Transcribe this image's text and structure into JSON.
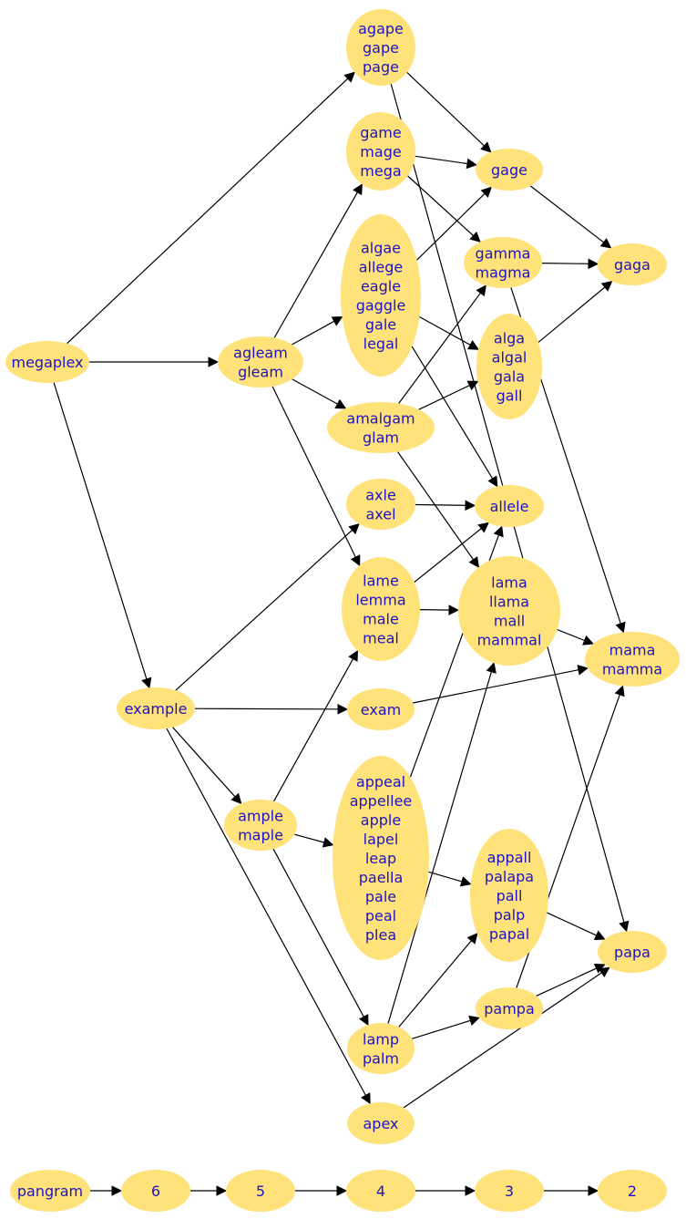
{
  "colors": {
    "node_fill": "#ffe27a",
    "node_text": "#1f14c4",
    "edge": "#000000",
    "background": "#ffffff"
  },
  "nodes": [
    {
      "id": "megaplex",
      "lines": [
        "megaplex"
      ]
    },
    {
      "id": "agape",
      "lines": [
        "agape",
        "gape",
        "page"
      ]
    },
    {
      "id": "game",
      "lines": [
        "game",
        "mage",
        "mega"
      ]
    },
    {
      "id": "gage",
      "lines": [
        "gage"
      ]
    },
    {
      "id": "algae",
      "lines": [
        "algae",
        "allege",
        "eagle",
        "gaggle",
        "gale",
        "legal"
      ]
    },
    {
      "id": "gamma",
      "lines": [
        "gamma",
        "magma"
      ]
    },
    {
      "id": "gaga",
      "lines": [
        "gaga"
      ]
    },
    {
      "id": "agleam",
      "lines": [
        "agleam",
        "gleam"
      ]
    },
    {
      "id": "alga",
      "lines": [
        "alga",
        "algal",
        "gala",
        "gall"
      ]
    },
    {
      "id": "amalgam",
      "lines": [
        "amalgam",
        "glam"
      ]
    },
    {
      "id": "axle",
      "lines": [
        "axle",
        "axel"
      ]
    },
    {
      "id": "allele",
      "lines": [
        "allele"
      ]
    },
    {
      "id": "lame",
      "lines": [
        "lame",
        "lemma",
        "male",
        "meal"
      ]
    },
    {
      "id": "lama",
      "lines": [
        "lama",
        "llama",
        "mall",
        "mammal"
      ]
    },
    {
      "id": "mama",
      "lines": [
        "mama",
        "mamma"
      ]
    },
    {
      "id": "example",
      "lines": [
        "example"
      ]
    },
    {
      "id": "exam",
      "lines": [
        "exam"
      ]
    },
    {
      "id": "ample",
      "lines": [
        "ample",
        "maple"
      ]
    },
    {
      "id": "appeal",
      "lines": [
        "appeal",
        "appellee",
        "apple",
        "lapel",
        "leap",
        "paella",
        "pale",
        "peal",
        "plea"
      ]
    },
    {
      "id": "appall",
      "lines": [
        "appall",
        "palapa",
        "pall",
        "palp",
        "papal"
      ]
    },
    {
      "id": "papa",
      "lines": [
        "papa"
      ]
    },
    {
      "id": "pampa",
      "lines": [
        "pampa"
      ]
    },
    {
      "id": "lamp",
      "lines": [
        "lamp",
        "palm"
      ]
    },
    {
      "id": "apex",
      "lines": [
        "apex"
      ]
    },
    {
      "id": "pangram",
      "lines": [
        "pangram"
      ]
    },
    {
      "id": "n6",
      "lines": [
        "6"
      ]
    },
    {
      "id": "n5",
      "lines": [
        "5"
      ]
    },
    {
      "id": "n4",
      "lines": [
        "4"
      ]
    },
    {
      "id": "n3",
      "lines": [
        "3"
      ]
    },
    {
      "id": "n2",
      "lines": [
        "2"
      ]
    }
  ],
  "edges": [
    {
      "from": "megaplex",
      "to": "agape"
    },
    {
      "from": "megaplex",
      "to": "agleam"
    },
    {
      "from": "megaplex",
      "to": "example"
    },
    {
      "from": "agape",
      "to": "gage"
    },
    {
      "from": "agape",
      "to": "papa"
    },
    {
      "from": "game",
      "to": "gage"
    },
    {
      "from": "game",
      "to": "gamma"
    },
    {
      "from": "gage",
      "to": "gaga"
    },
    {
      "from": "algae",
      "to": "gage"
    },
    {
      "from": "algae",
      "to": "alga"
    },
    {
      "from": "algae",
      "to": "allele"
    },
    {
      "from": "gamma",
      "to": "gaga"
    },
    {
      "from": "gamma",
      "to": "mama"
    },
    {
      "from": "agleam",
      "to": "game"
    },
    {
      "from": "agleam",
      "to": "algae"
    },
    {
      "from": "agleam",
      "to": "amalgam"
    },
    {
      "from": "agleam",
      "to": "lame"
    },
    {
      "from": "alga",
      "to": "gaga"
    },
    {
      "from": "amalgam",
      "to": "gamma"
    },
    {
      "from": "amalgam",
      "to": "alga"
    },
    {
      "from": "amalgam",
      "to": "lama"
    },
    {
      "from": "axle",
      "to": "allele"
    },
    {
      "from": "lame",
      "to": "allele"
    },
    {
      "from": "lame",
      "to": "lama"
    },
    {
      "from": "lama",
      "to": "mama"
    },
    {
      "from": "example",
      "to": "axle"
    },
    {
      "from": "example",
      "to": "exam"
    },
    {
      "from": "example",
      "to": "ample"
    },
    {
      "from": "example",
      "to": "apex"
    },
    {
      "from": "exam",
      "to": "mama"
    },
    {
      "from": "ample",
      "to": "lame"
    },
    {
      "from": "ample",
      "to": "appeal"
    },
    {
      "from": "ample",
      "to": "lamp"
    },
    {
      "from": "appeal",
      "to": "allele"
    },
    {
      "from": "appeal",
      "to": "appall"
    },
    {
      "from": "appall",
      "to": "papa"
    },
    {
      "from": "pampa",
      "to": "papa"
    },
    {
      "from": "pampa",
      "to": "mama"
    },
    {
      "from": "lamp",
      "to": "appall"
    },
    {
      "from": "lamp",
      "to": "pampa"
    },
    {
      "from": "lamp",
      "to": "lama"
    },
    {
      "from": "apex",
      "to": "papa"
    },
    {
      "from": "pangram",
      "to": "n6"
    },
    {
      "from": "n6",
      "to": "n5"
    },
    {
      "from": "n5",
      "to": "n4"
    },
    {
      "from": "n4",
      "to": "n3"
    },
    {
      "from": "n3",
      "to": "n2"
    }
  ]
}
